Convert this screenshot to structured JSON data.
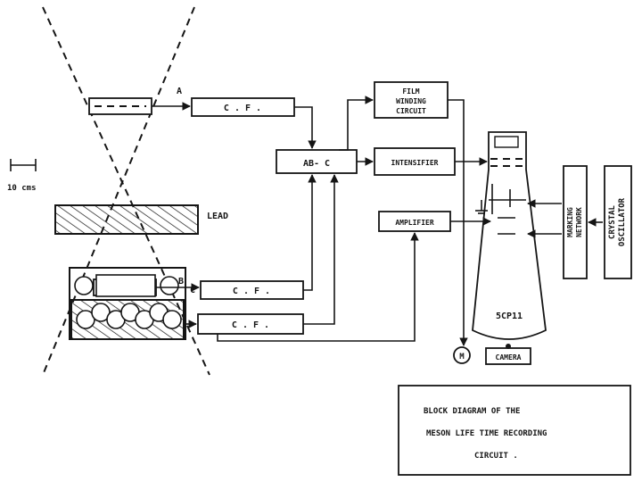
{
  "diagram": {
    "detectors": {
      "a": "A",
      "b": "B",
      "c": "C"
    },
    "blocks": {
      "cf_a": "C . F .",
      "cf_b": "C . F .",
      "cf_c": "C . F .",
      "coincidence": "AB- C",
      "film": [
        "FILM",
        "WINDING",
        "CIRCUIT"
      ],
      "intensifier": "INTENSIFIER",
      "amplifier": "AMPLIFIER",
      "marking": [
        "MARKING",
        "NETWORK"
      ],
      "crystal": [
        "CRYSTAL",
        "OSCILLATOR"
      ],
      "camera": "CAMERA",
      "motor": "M"
    },
    "lead": "LEAD",
    "tube": "5CP11",
    "scale": "10 cms",
    "caption": [
      "BLOCK DIAGRAM OF THE",
      "MESON LIFE TIME RECORDING",
      "CIRCUIT ."
    ]
  }
}
